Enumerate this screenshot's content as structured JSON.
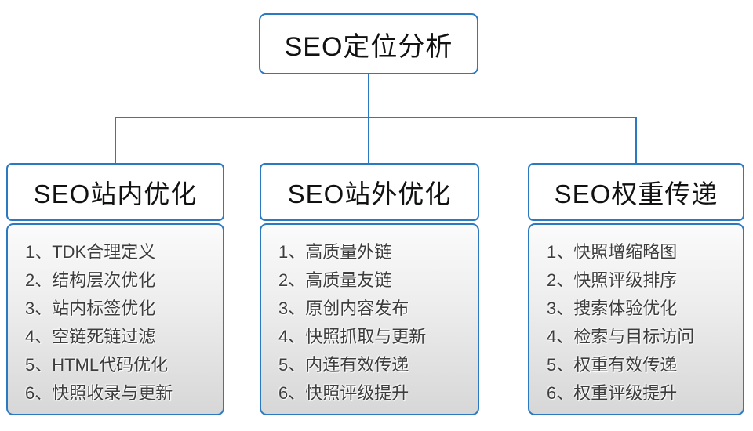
{
  "colors": {
    "line_and_border": "#2b7ac1",
    "list_gradient_top": "#fbfbfb",
    "list_gradient_bottom": "#d7d7d7",
    "header_text": "#111111",
    "list_text": "#3d3d3d"
  },
  "root": {
    "title": "SEO定位分析"
  },
  "branches": [
    {
      "title": "SEO站内优化",
      "items": [
        "1、TDK合理定义",
        "2、结构层次优化",
        "3、站内标签优化",
        "4、空链死链过滤",
        "5、HTML代码优化",
        "6、快照收录与更新"
      ]
    },
    {
      "title": "SEO站外优化",
      "items": [
        "1、高质量外链",
        "2、高质量友链",
        "3、原创内容发布",
        "4、快照抓取与更新",
        "5、内连有效传递",
        "6、快照评级提升"
      ]
    },
    {
      "title": "SEO权重传递",
      "items": [
        "1、快照增缩略图",
        "2、快照评级排序",
        "3、搜索体验优化",
        "4、检索与目标访问",
        "5、权重有效传递",
        "6、权重评级提升"
      ]
    }
  ]
}
